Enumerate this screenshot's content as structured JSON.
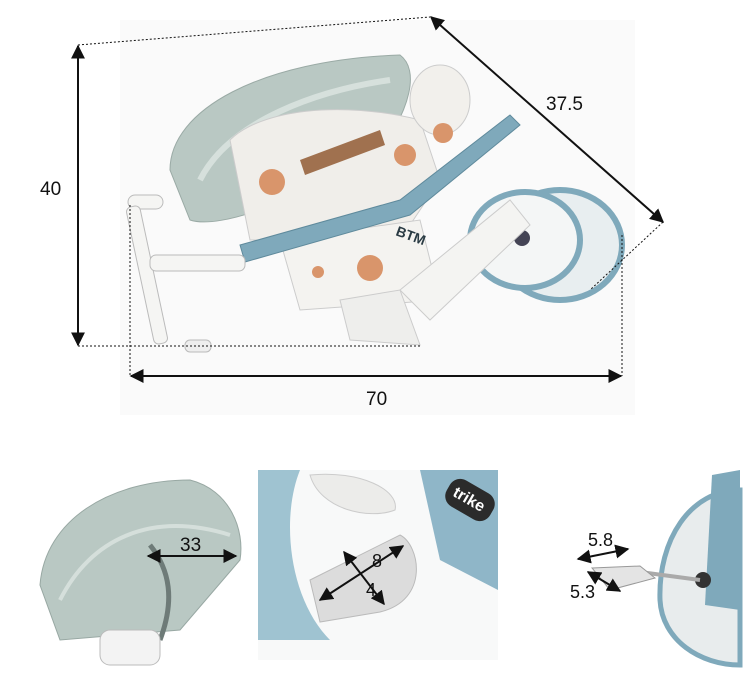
{
  "main_view": {
    "height_label": "40",
    "depth_label": "37.5",
    "width_label": "70",
    "logo_text": "BTM"
  },
  "details": {
    "canopy": {
      "width_label": "33"
    },
    "footrest": {
      "length_label": "8",
      "width_label": "4",
      "logo_text": "trike"
    },
    "pedal": {
      "length_label": "5.8",
      "width_label": "5.3"
    }
  },
  "colors": {
    "frame_blue": "#7fa9bb",
    "canopy_gray": "#b9c8c3",
    "accent_tan": "#d9956b"
  }
}
